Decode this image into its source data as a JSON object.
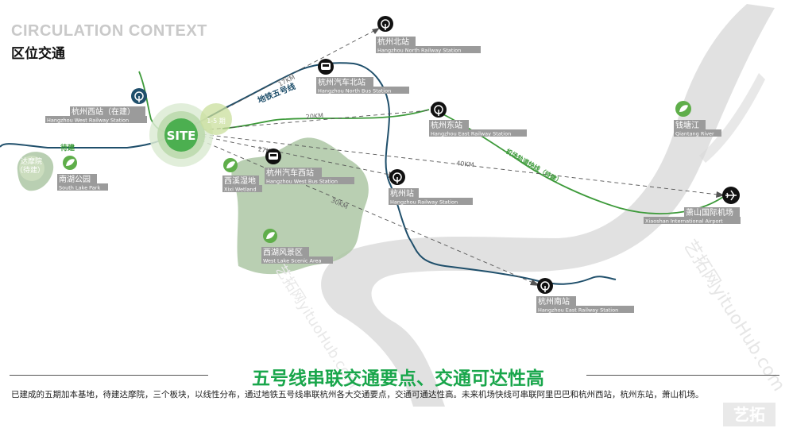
{
  "header": {
    "title_en": "CIRCULATION CONTEXT",
    "title_cn": "区位交通"
  },
  "site": {
    "label": "SITE",
    "phase_label": "1-5 期"
  },
  "lines": {
    "metro5": "地铁五号线",
    "airport_express": "机场轨道快线（待建）"
  },
  "places": {
    "north_rail_cn": "杭州北站",
    "north_rail_en": "Hangzhou North Railway Station",
    "north_bus_cn": "杭州汽车北站",
    "north_bus_en": "Hangzhou North Bus Station",
    "west_rail_cn": "杭州西站（在建）",
    "west_rail_en": "Hangzhou West Railway Station",
    "east_rail_cn": "杭州东站",
    "east_rail_en": "Hangzhou East Railway Station",
    "qiantang_cn": "钱塘江",
    "qiantang_en": "Qiantang River",
    "damo_cn_1": "达摩院",
    "damo_cn_2": "（待建）",
    "nanhu_cn": "南湖公园",
    "nanhu_en": "South Lake Park",
    "xixi_cn": "西溪湿地",
    "xixi_en": "Xixi Wetland",
    "west_bus_cn": "杭州汽车西站",
    "west_bus_en": "Hangzhou West Bus Station",
    "hz_rail_cn": "杭州站",
    "hz_rail_en": "Hangzhou Railway Station",
    "xiaoshan_cn": "萧山国际机场",
    "xiaoshan_en": "Xiaoshan International Airport",
    "westlake_cn": "西湖风景区",
    "westlake_en": "West Lake Scenic Area",
    "south_rail_cn": "杭州南站",
    "south_rail_en": "Hangzhou East Railway Station",
    "daijian": "待建"
  },
  "distances": {
    "d17a": "17KM",
    "d20": "20KM",
    "d17b": "17KM",
    "d40": "40KM",
    "d30": "30KM"
  },
  "headline": "五号线串联交通要点、交通可达性高",
  "description": "已建成的五期加本基地，待建达摩院，三个板块，以线性分布，通过地铁五号线串联杭州各大交通要点，交通可通达性高。未来机场快线可串联阿里巴巴和杭州西站，杭州东站，萧山机场。",
  "watermark": {
    "logo": "艺拓",
    "text": "艺拓网yituoHub.com"
  },
  "colors": {
    "metro_line": "#1f4f6b",
    "green_line": "#3d9a3a",
    "river": "#d5d5d5",
    "park": "#a9c3a0",
    "site": "#4caf50",
    "accent": "#19a64b"
  }
}
